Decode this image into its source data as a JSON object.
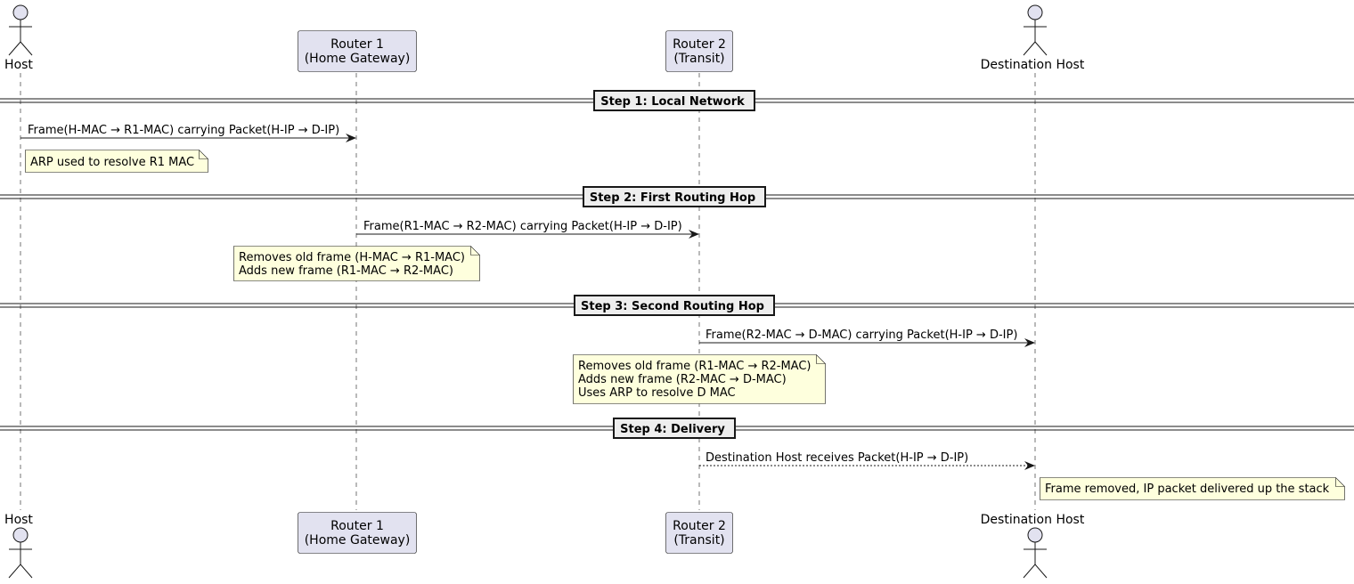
{
  "participants": [
    {
      "id": "host",
      "kind": "actor",
      "label": "Host"
    },
    {
      "id": "r1",
      "kind": "box",
      "label_lines": [
        "Router 1",
        "(Home Gateway)"
      ]
    },
    {
      "id": "r2",
      "kind": "box",
      "label_lines": [
        "Router 2",
        "(Transit)"
      ]
    },
    {
      "id": "dest",
      "kind": "actor",
      "label": "Destination Host"
    }
  ],
  "steps": [
    {
      "title": "Step 1: Local Network"
    },
    {
      "title": "Step 2: First Routing Hop"
    },
    {
      "title": "Step 3: Second Routing Hop"
    },
    {
      "title": "Step 4: Delivery"
    }
  ],
  "messages": [
    {
      "from": "host",
      "to": "r1",
      "style": "solid",
      "label": "Frame(H-MAC → R1-MAC) carrying Packet(H-IP → D-IP)"
    },
    {
      "from": "r1",
      "to": "r2",
      "style": "solid",
      "label": "Frame(R1-MAC → R2-MAC) carrying Packet(H-IP → D-IP)"
    },
    {
      "from": "r2",
      "to": "dest",
      "style": "solid",
      "label": "Frame(R2-MAC → D-MAC) carrying Packet(H-IP → D-IP)"
    },
    {
      "from": "r2",
      "to": "dest",
      "style": "dashed",
      "label": "Destination Host receives Packet(H-IP → D-IP)"
    }
  ],
  "notes": [
    {
      "lines": [
        "ARP used to resolve R1 MAC"
      ]
    },
    {
      "lines": [
        "Removes old frame (H-MAC → R1-MAC)",
        "Adds new frame (R1-MAC → R2-MAC)"
      ]
    },
    {
      "lines": [
        "Removes old frame (R1-MAC → R2-MAC)",
        "Adds new frame (R2-MAC → D-MAC)",
        "Uses ARP to resolve D MAC"
      ]
    },
    {
      "lines": [
        "Frame removed, IP packet delivered up the stack"
      ]
    }
  ],
  "colors": {
    "participant_fill": "#E2E2F0",
    "participant_border": "#181818",
    "note_fill": "#FEFFDD",
    "note_border": "#181818",
    "divider_fill": "#EEEEEE",
    "line": "#181818"
  }
}
